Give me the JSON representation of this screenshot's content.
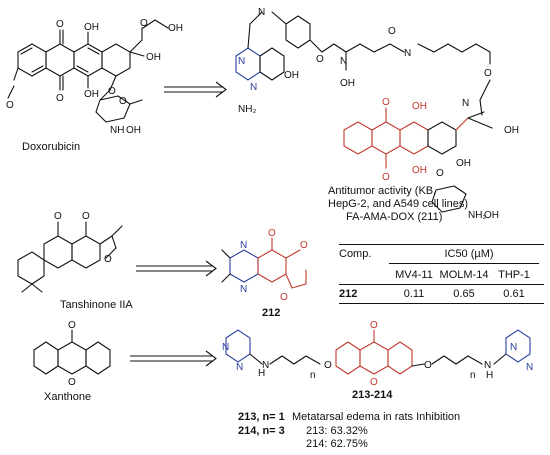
{
  "compounds": {
    "doxorubicin": "Doxorubicin",
    "fa_ama_dox": "FA-AMA-DOX (211)",
    "tanshinone": "Tanshinone IIA",
    "xanthone": "Xanthone",
    "c212": "212",
    "c213_214": "213-214"
  },
  "annotations": {
    "antitumor_line1": "Antitumor activity (KB,",
    "antitumor_line2": "HepG-2, and A549 cell lines)",
    "n213": "213, n= 1",
    "n214": "214, n= 3",
    "edema_title": "Metatarsal edema in rats Inhibition",
    "edema_213": "213: 63.32%",
    "edema_214": "214: 62.75%"
  },
  "table": {
    "col_comp": "Comp.",
    "col_ic50": "IC50 (µM)",
    "cells": [
      "MV4-11",
      "MOLM-14",
      "THP-1"
    ],
    "rows": [
      {
        "comp": "212",
        "v1": "0.11",
        "v2": "0.65",
        "v3": "0.61"
      }
    ]
  }
}
